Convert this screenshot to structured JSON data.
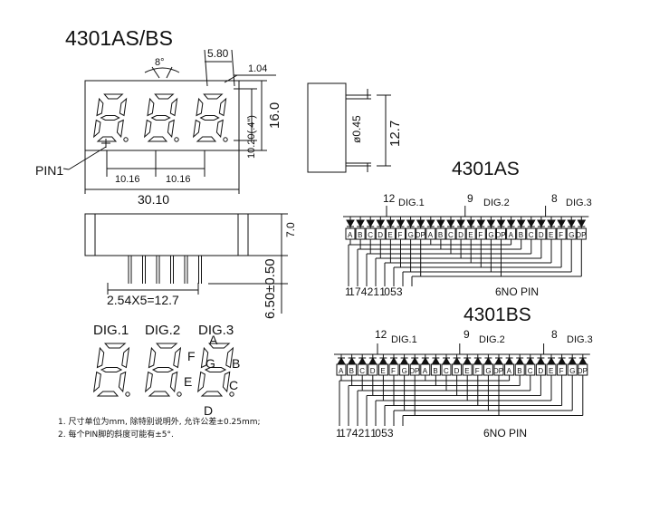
{
  "title_main": "4301AS/BS",
  "front_view": {
    "angle_label": "8°",
    "digit_pitch_top": "5.80",
    "segment_width": "1.04",
    "digit_height": "10.20(.4\")",
    "body_height": "16.0",
    "pin1_label": "PIN1",
    "digit_spacing": [
      "10.16",
      "10.16"
    ],
    "body_width": "30.10"
  },
  "side_view": {
    "pin_diameter": "ø0.45",
    "height": "12.7"
  },
  "bottom_view": {
    "body_thickness": "7.0",
    "pin_length": "6.50±0.50",
    "pin_pitch": "2.54X5=12.7"
  },
  "segment_view": {
    "digit_labels": [
      "DIG.1",
      "DIG.2",
      "DIG.3"
    ],
    "segment_letters": {
      "a": "A",
      "b": "B",
      "c": "C",
      "d": "D",
      "e": "E",
      "f": "F",
      "g": "G"
    }
  },
  "schematics": [
    {
      "title": "4301AS",
      "digit_labels": [
        "DIG.1",
        "DIG.2",
        "DIG.3"
      ],
      "digit_pins": [
        "12",
        "9",
        "8"
      ],
      "segment_labels": [
        "A",
        "B",
        "C",
        "D",
        "E",
        "F",
        "G",
        "DP",
        "A",
        "B",
        "C",
        "D",
        "E",
        "F",
        "G",
        "DP",
        "A",
        "B",
        "C",
        "D",
        "E",
        "F",
        "G",
        "DP"
      ],
      "bottom_pins": "11 7 4 2 1 10 5 3",
      "pin_note": "6NO PIN"
    },
    {
      "title": "4301BS",
      "digit_labels": [
        "DIG.1",
        "DIG.2",
        "DIG.3"
      ],
      "digit_pins": [
        "12",
        "9",
        "8"
      ],
      "segment_labels": [
        "A",
        "B",
        "C",
        "D",
        "E",
        "F",
        "G",
        "DP",
        "A",
        "B",
        "C",
        "D",
        "E",
        "F",
        "G",
        "DP",
        "A",
        "B",
        "C",
        "D",
        "E",
        "F",
        "G",
        "DP"
      ],
      "bottom_pins": "11 7 4 2 1 10 5 3",
      "pin_note": "6NO PIN"
    }
  ],
  "notes": [
    "1. 尺寸单位为mm, 除特别说明外, 允许公差±0.25mm;",
    "2. 每个PIN脚的斜度可能有±5°."
  ]
}
